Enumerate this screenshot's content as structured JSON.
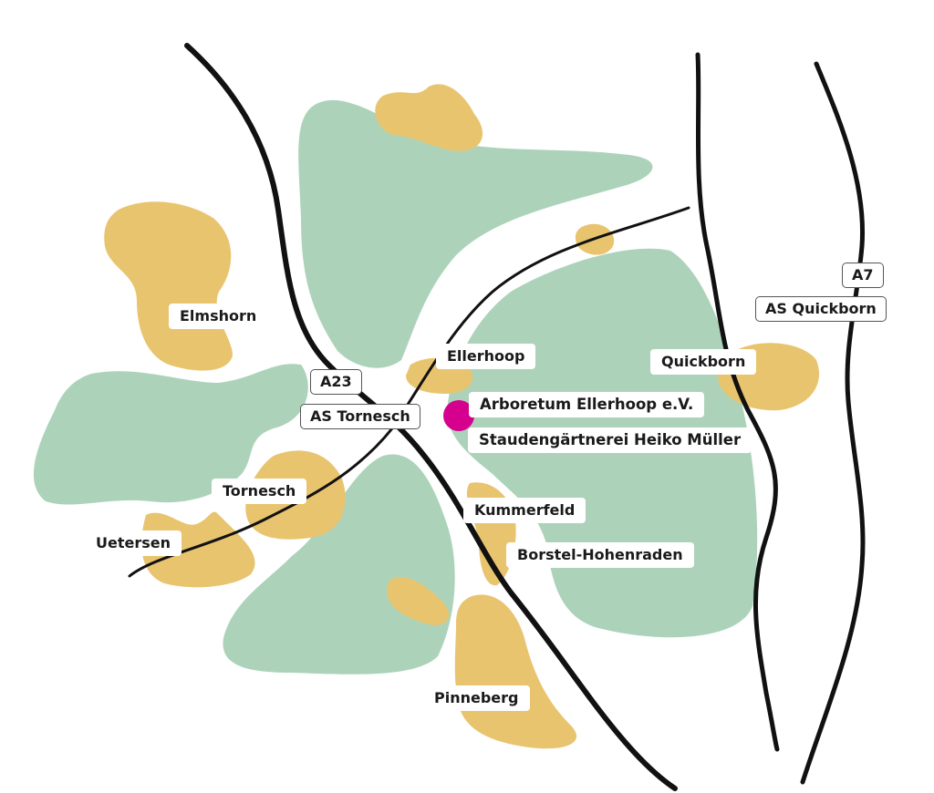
{
  "colors": {
    "green": "#acd3ba",
    "yellow": "#e8c46f",
    "marker": "#d6008f",
    "road": "#111111"
  },
  "highways": {
    "a23": {
      "name": "A23",
      "exit": "AS Tornesch"
    },
    "a7": {
      "name": "A7",
      "exit": "AS Quickborn"
    }
  },
  "places": {
    "elmshorn": "Elmshorn",
    "ellerhoop": "Ellerhoop",
    "quickborn": "Quickborn",
    "tornesch": "Tornesch",
    "uetersen": "Uetersen",
    "kummerfeld": "Kummerfeld",
    "borstel": "Borstel-Hohenraden",
    "pinneberg": "Pinneberg"
  },
  "poi": {
    "arboretum": "Arboretum Ellerhoop e.V.",
    "nursery": "Staudengärtnerei Heiko Müller"
  }
}
